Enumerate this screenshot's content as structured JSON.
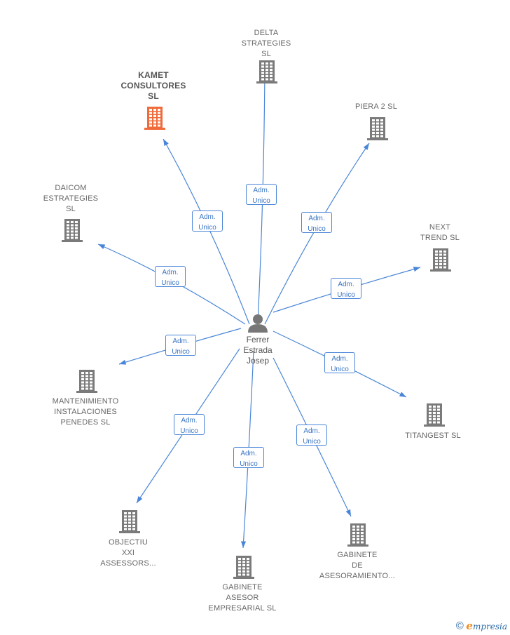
{
  "colors": {
    "edge": "#4a86d8",
    "building": "#7a7a7a",
    "building_highlight": "#f06a3a",
    "person": "#777777"
  },
  "center": {
    "name_lines": [
      "Ferrer",
      "Estrada",
      "Josep"
    ],
    "icon": "person-icon"
  },
  "relation_label_lines": [
    "Adm.",
    "Unico"
  ],
  "nodes": [
    {
      "id": "delta",
      "lines": [
        "DELTA",
        "STRATEGIES",
        "SL"
      ],
      "highlight": false,
      "icon": "building-icon"
    },
    {
      "id": "kamet",
      "lines": [
        "KAMET",
        "CONSULTORES",
        "SL"
      ],
      "highlight": true,
      "icon": "building-icon"
    },
    {
      "id": "piera",
      "lines": [
        "PIERA 2  SL"
      ],
      "highlight": false,
      "icon": "building-icon"
    },
    {
      "id": "daicom",
      "lines": [
        "DAICOM",
        "ESTRATEGIES",
        "SL"
      ],
      "highlight": false,
      "icon": "building-icon"
    },
    {
      "id": "next",
      "lines": [
        "NEXT",
        "TREND SL"
      ],
      "highlight": false,
      "icon": "building-icon"
    },
    {
      "id": "mant",
      "lines": [
        "MANTENIMIENTO",
        "INSTALACIONES",
        "PENEDES  SL"
      ],
      "highlight": false,
      "icon": "building-icon"
    },
    {
      "id": "titangest",
      "lines": [
        "TITANGEST  SL"
      ],
      "highlight": false,
      "icon": "building-icon"
    },
    {
      "id": "objectiu",
      "lines": [
        "OBJECTIU",
        "XXI",
        "ASSESSORS..."
      ],
      "highlight": false,
      "icon": "building-icon"
    },
    {
      "id": "gab_asesor",
      "lines": [
        "GABINETE",
        "ASESOR",
        "EMPRESARIAL SL"
      ],
      "highlight": false,
      "icon": "building-icon"
    },
    {
      "id": "gab_aseso",
      "lines": [
        "GABINETE",
        "DE",
        "ASESORAMIENTO..."
      ],
      "highlight": false,
      "icon": "building-icon"
    }
  ],
  "footer": {
    "copyright_symbol": "©",
    "brand_initial": "e",
    "brand_rest": "mpresia"
  }
}
